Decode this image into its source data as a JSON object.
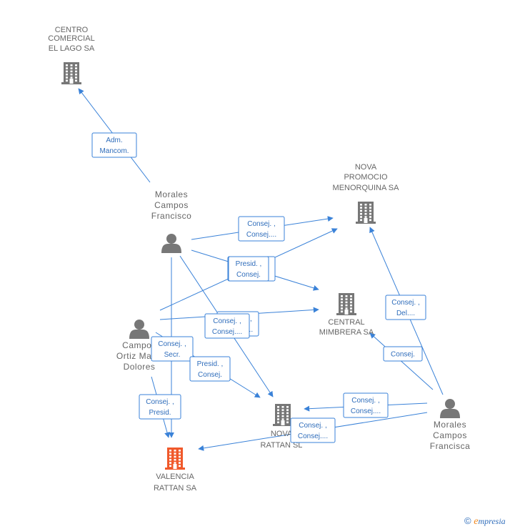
{
  "colors": {
    "edge": "#3a82d8",
    "company": "#777777",
    "company_highlight": "#f0592b",
    "person": "#777777"
  },
  "nodes": [
    {
      "id": "centro",
      "type": "company",
      "icon": "building-icon",
      "lines": [
        "CENTRO",
        "COMERCIAL",
        "EL LAGO SA"
      ]
    },
    {
      "id": "nova_promocio",
      "type": "company",
      "icon": "building-icon",
      "lines": [
        "NOVA",
        "PROMOCIO",
        "MENORQUINA SA"
      ]
    },
    {
      "id": "central_mimbrera",
      "type": "company",
      "icon": "building-icon",
      "lines": [
        "CENTRAL",
        "MIMBRERA SA"
      ]
    },
    {
      "id": "nova_rattan",
      "type": "company",
      "icon": "building-icon",
      "lines": [
        "NOVA",
        "RATTAN SL"
      ]
    },
    {
      "id": "valencia",
      "type": "company_highlight",
      "icon": "building-icon",
      "lines": [
        "VALENCIA",
        "RATTAN SA"
      ]
    },
    {
      "id": "francisco",
      "type": "person",
      "icon": "person-icon",
      "lines": [
        "Morales",
        "Campos",
        "Francisco"
      ]
    },
    {
      "id": "dolores",
      "type": "person",
      "icon": "person-icon",
      "lines": [
        "Campos",
        "Ortiz Maria",
        "Dolores"
      ]
    },
    {
      "id": "francisca",
      "type": "person",
      "icon": "person-icon",
      "lines": [
        "Morales",
        "Campos",
        "Francisca"
      ]
    }
  ],
  "edges": [
    {
      "from": "francisco",
      "to": "centro",
      "lines": [
        "Adm.",
        "Mancom."
      ]
    },
    {
      "from": "francisco",
      "to": "nova_promocio",
      "lines": [
        "Consej. ,",
        "Consej...."
      ]
    },
    {
      "from": "francisco",
      "to": "central_mimbrera",
      "lines": [
        "Presid. ,",
        "Consej."
      ]
    },
    {
      "from": "francisco",
      "to": "nova_rattan",
      "lines": [
        "Consej. ,",
        "Consej...."
      ]
    },
    {
      "from": "francisco",
      "to": "valencia",
      "lines": [
        "Consej. ,",
        "Secr."
      ]
    },
    {
      "from": "dolores",
      "to": "nova_promocio",
      "lines": [
        "Presid. ,",
        "Consej."
      ]
    },
    {
      "from": "dolores",
      "to": "central_mimbrera",
      "lines": [
        "Consej. ,",
        "Consej...."
      ]
    },
    {
      "from": "dolores",
      "to": "nova_rattan",
      "lines": [
        "Presid. ,",
        "Consej."
      ]
    },
    {
      "from": "dolores",
      "to": "valencia",
      "lines": [
        "Consej. ,",
        "Presid."
      ]
    },
    {
      "from": "francisca",
      "to": "nova_promocio",
      "lines": [
        "Consej. ,",
        "Del...."
      ]
    },
    {
      "from": "francisca",
      "to": "central_mimbrera",
      "lines": [
        "Consej."
      ]
    },
    {
      "from": "francisca",
      "to": "nova_rattan",
      "lines": [
        "Consej. ,",
        "Consej...."
      ]
    },
    {
      "from": "francisca",
      "to": "valencia",
      "lines": [
        "Consej. ,",
        "Consej...."
      ]
    }
  ],
  "footer": {
    "copyright": "©",
    "brand_initial": "e",
    "brand_rest": "mpresia"
  }
}
